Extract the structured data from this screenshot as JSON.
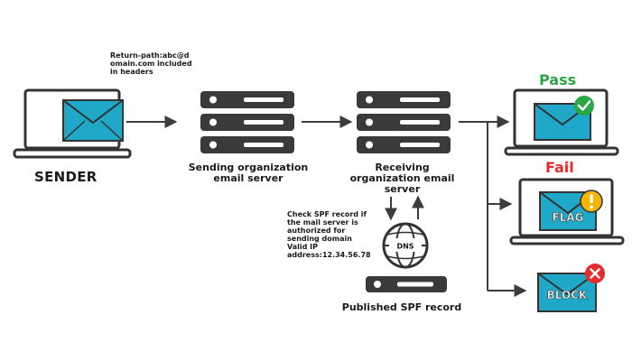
{
  "return_path_text": "Return-path:abc@domain.com included in headers",
  "sender_label": "SENDER",
  "sending_server_label": "Sending organization email server",
  "receiving_server_label": "Receiving organization email server",
  "spf_check_text": "Check SPF record if the mail server is authorized for sending domain Valid IP address:12.34.56.78",
  "dns_label": "DNS",
  "published_spf_label": "Published SPF record",
  "outcomes": {
    "pass_label": "Pass",
    "fail_label": "Fail",
    "flag_label": "FLAG",
    "block_label": "BLOCK"
  },
  "colors": {
    "envelope": "#1fa8c7",
    "outline": "#333333",
    "pass": "#2aa644",
    "fail": "#e52b2b",
    "warning": "#f4b400",
    "arrow": "#3c3c3c"
  },
  "icons": {
    "pass_badge": "check-circle-icon",
    "flag_badge": "exclamation-circle-icon",
    "block_badge": "x-circle-icon",
    "dns": "globe-icon"
  }
}
